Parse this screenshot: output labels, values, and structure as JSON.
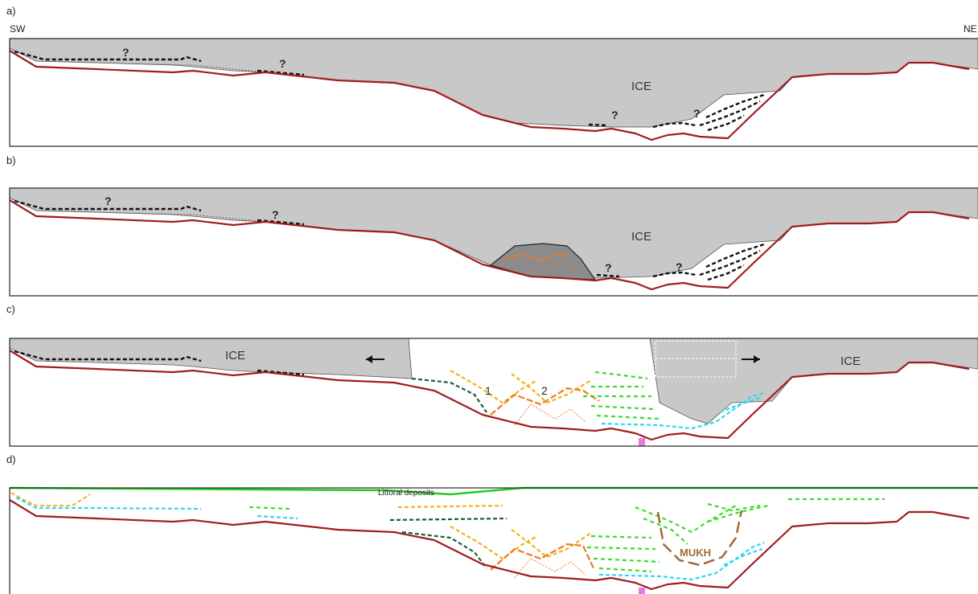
{
  "orientation": {
    "left": "SW",
    "right": "NE"
  },
  "panels": [
    {
      "label": "a)",
      "ice_label": "ICE",
      "question_marks": [
        "?",
        "?",
        "?",
        "?"
      ]
    },
    {
      "label": "b)",
      "ice_label": "ICE",
      "question_marks": [
        "?",
        "?",
        "?",
        "?"
      ]
    },
    {
      "label": "c)",
      "ice_label_left": "ICE",
      "ice_label_right": "ICE",
      "numbers": [
        "1",
        "2"
      ]
    },
    {
      "label": "d)",
      "deposit_label": "Littoral deposits",
      "unit_label": "MUKH"
    }
  ],
  "colors": {
    "ice": "#c8c8c8",
    "bedrock_line": "#a11d1d",
    "till": "#111111",
    "yellow_unit": "#f2b21a",
    "dark_green_unit": "#1e5c3a",
    "green_unit": "#3ddc2a",
    "cyan_unit": "#33d6f0",
    "orange_unit": "#ee7a22",
    "brown_unit": "#a0693a",
    "pink_marker": "#e879e0",
    "littoral_line": "#22cc22"
  }
}
